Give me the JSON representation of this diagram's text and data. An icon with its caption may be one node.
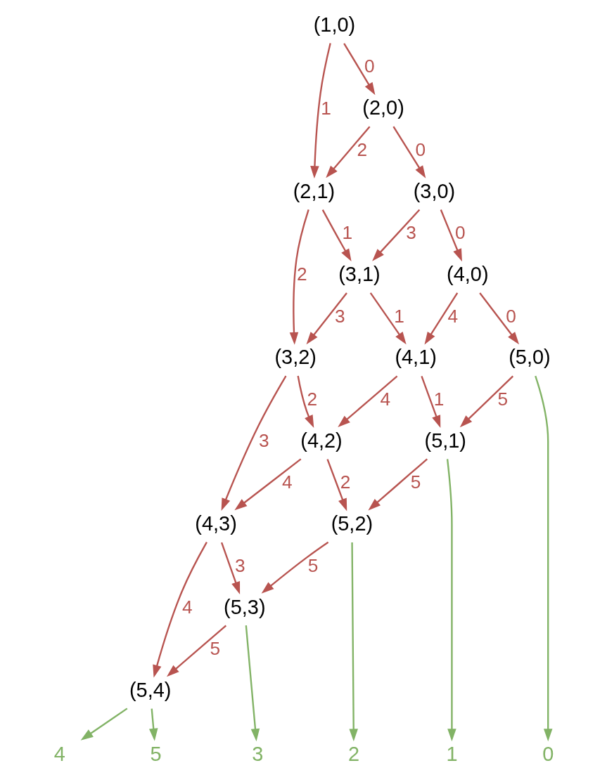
{
  "diagram": {
    "nodes": [
      {
        "text": [
          "(1,0)"
        ]
      },
      {
        "text": [
          "(2,0)"
        ]
      },
      {
        "text": [
          "(3,0)"
        ]
      },
      {
        "text": [
          "(2,1)"
        ]
      },
      {
        "text": [
          "(4,0)"
        ]
      },
      {
        "text": [
          "(3,1)"
        ]
      },
      {
        "text": [
          "(5,0)"
        ]
      },
      {
        "text": [
          "(4,1)"
        ]
      },
      {
        "text": [
          "(3,2)"
        ]
      },
      {
        "text": [
          "(5,1)"
        ]
      },
      {
        "text": [
          "(4,2)"
        ]
      },
      {
        "text": [
          "(5,2)"
        ]
      },
      {
        "text": [
          "(4,3)"
        ]
      },
      {
        "text": [
          "(5,3)"
        ]
      },
      {
        "text": [
          "(5,4)"
        ]
      },
      {
        "text": [
          "0"
        ]
      },
      {
        "text": [
          "1"
        ]
      },
      {
        "text": [
          "2"
        ]
      },
      {
        "text": [
          "3"
        ]
      },
      {
        "text": [
          "4"
        ]
      },
      {
        "text": [
          "5"
        ]
      }
    ],
    "edges": [
      {
        "from": 0,
        "to": 1,
        "arrow": "to",
        "label": "0"
      },
      {
        "from": 0,
        "to": 3,
        "arrow": "to",
        "label": "1"
      },
      {
        "from": 1,
        "to": 2,
        "arrow": "to",
        "label": "0"
      },
      {
        "from": 1,
        "to": 3,
        "arrow": "to",
        "label": "2"
      },
      {
        "from": 2,
        "to": 4,
        "arrow": "to",
        "label": "0"
      },
      {
        "from": 2,
        "to": 5,
        "arrow": "to",
        "label": "3"
      },
      {
        "from": 3,
        "to": 5,
        "arrow": "to",
        "label": "1"
      },
      {
        "from": 3,
        "to": 8,
        "arrow": "to",
        "label": "2"
      },
      {
        "from": 4,
        "to": 6,
        "arrow": "to",
        "label": "0"
      },
      {
        "from": 4,
        "to": 7,
        "arrow": "to",
        "label": "4"
      },
      {
        "from": 5,
        "to": 7,
        "arrow": "to",
        "label": "1"
      },
      {
        "from": 5,
        "to": 8,
        "arrow": "to",
        "label": "3"
      },
      {
        "from": 7,
        "to": 9,
        "arrow": "to",
        "label": "1"
      },
      {
        "from": 7,
        "to": 10,
        "arrow": "to",
        "label": "4"
      },
      {
        "from": 6,
        "to": 9,
        "arrow": "to",
        "label": "5"
      },
      {
        "from": 8,
        "to": 10,
        "arrow": "to",
        "label": "2"
      },
      {
        "from": 8,
        "to": 12,
        "arrow": "to",
        "label": "3"
      },
      {
        "from": 10,
        "to": 11,
        "arrow": "to",
        "label": "2"
      },
      {
        "from": 10,
        "to": 12,
        "arrow": "to",
        "label": "4"
      },
      {
        "from": 9,
        "to": 11,
        "arrow": "to",
        "label": "5"
      },
      {
        "from": 12,
        "to": 13,
        "arrow": "to",
        "label": "3"
      },
      {
        "from": 12,
        "to": 14,
        "arrow": "to",
        "label": "4"
      },
      {
        "from": 11,
        "to": 13,
        "arrow": "to",
        "label": "5"
      },
      {
        "from": 13,
        "to": 14,
        "arrow": "to",
        "label": "5"
      },
      {
        "from": 6,
        "to": 15,
        "arrow": "to",
        "color": "#82b366"
      },
      {
        "from": 9,
        "to": 16,
        "arrow": "to",
        "color": "#82b366"
      },
      {
        "from": 11,
        "to": 17,
        "arrow": "to",
        "color": "#82b366"
      },
      {
        "from": 13,
        "to": 18,
        "arrow": "to",
        "color": "#82b366"
      },
      {
        "from": 14,
        "to": 19,
        "arrow": "to",
        "color": "#82b366"
      },
      {
        "from": 14,
        "to": 20,
        "arrow": "to",
        "color": "#82b366"
      }
    ]
  }
}
